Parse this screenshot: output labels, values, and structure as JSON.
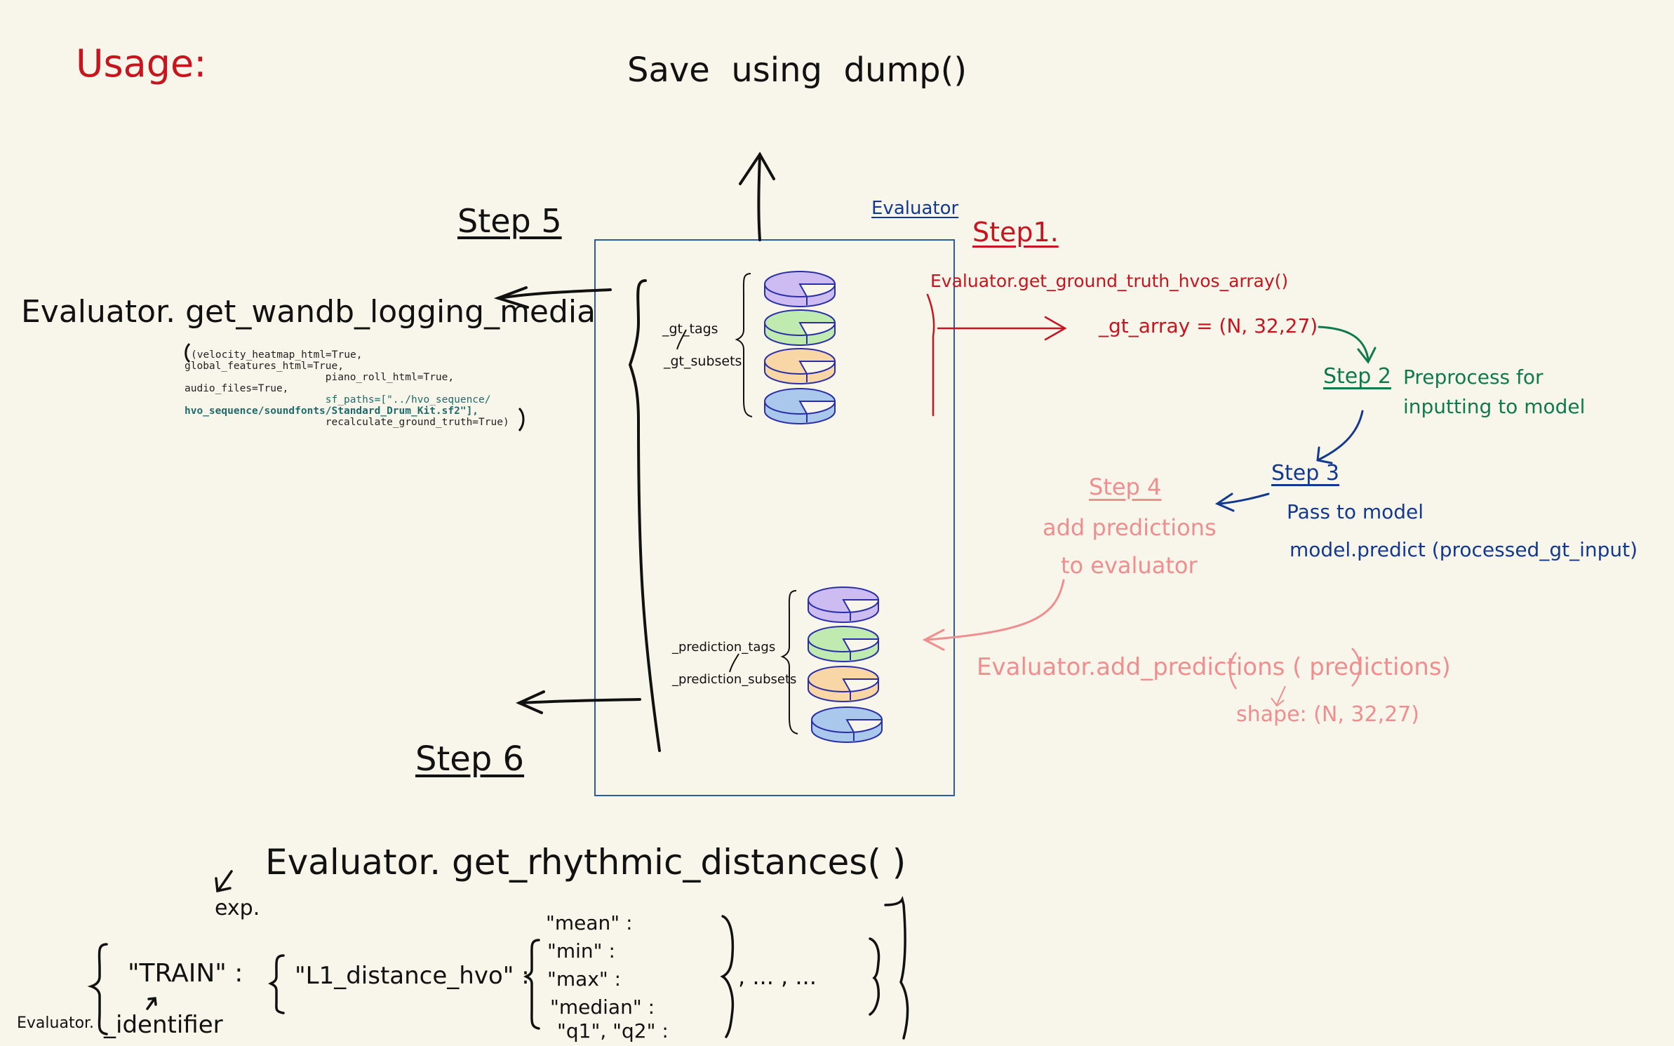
{
  "colors": {
    "background": "#f8f6ea",
    "black": "#111111",
    "red": "#c8141e",
    "green": "#0f7a4e",
    "blue": "#12398f",
    "pink": "#ef8e8e",
    "box": "#2d5aa0",
    "code_keyword": "#1c2f9a",
    "code_string": "#1f6a6a"
  },
  "usage_label": "Usage:",
  "top_label": "Save  using  dump()",
  "step5": {
    "label": "Step 5",
    "method": "Evaluator. get_wandb_logging_media",
    "code_lines": [
      "(velocity_heatmap_html=True,",
      "global_features_html=True,",
      "                       piano_roll_html=True,",
      "audio_files=True,",
      "                       sf_paths=[\"../hvo_sequence/",
      "hvo_sequence/soundfonts/Standard_Drum_Kit.sf2\"],",
      "                       recalculate_ground_truth=True)"
    ]
  },
  "evaluator_box": {
    "title": "Evaluator",
    "gt_tags": "_gt_tags",
    "gt_subsets": "_gt_subsets",
    "prediction_tags": "_prediction_tags",
    "prediction_subsets": "_prediction_subsets",
    "disk_colors": [
      "#cdbcf2",
      "#bfeab0",
      "#f8d6a6",
      "#a9c8ec"
    ]
  },
  "step1": {
    "label": "Step1.",
    "method": "Evaluator.get_ground_truth_hvos_array()",
    "result": "_gt_array = (N, 32,27)"
  },
  "step2": {
    "label": "Step 2",
    "line1": "Preprocess for",
    "line2": "inputting to model"
  },
  "step3": {
    "label": "Step 3",
    "line1": "Pass to model",
    "line2": "model.predict (processed_gt_input)"
  },
  "step4": {
    "label": "Step 4",
    "line1": "add predictions",
    "line2": "to evaluator",
    "method": "Evaluator.add_predictions ( predictions)",
    "shape": "shape: (N, 32,27)"
  },
  "step6": {
    "label": "Step 6",
    "method": "Evaluator. get_rhythmic_distances( )",
    "exp_label": "exp.",
    "left_label": "Evaluator.",
    "train_key": "\"TRAIN\" :",
    "identifier": "_identifier",
    "l1_key": "\"L1_distance_hvo\" :",
    "stats": [
      "\"mean\" :",
      "\"min\" :",
      "\"max\" :",
      "\"median\" :",
      "\"q1\", \"q2\" :"
    ],
    "ellipsis": ", ... , ..."
  }
}
